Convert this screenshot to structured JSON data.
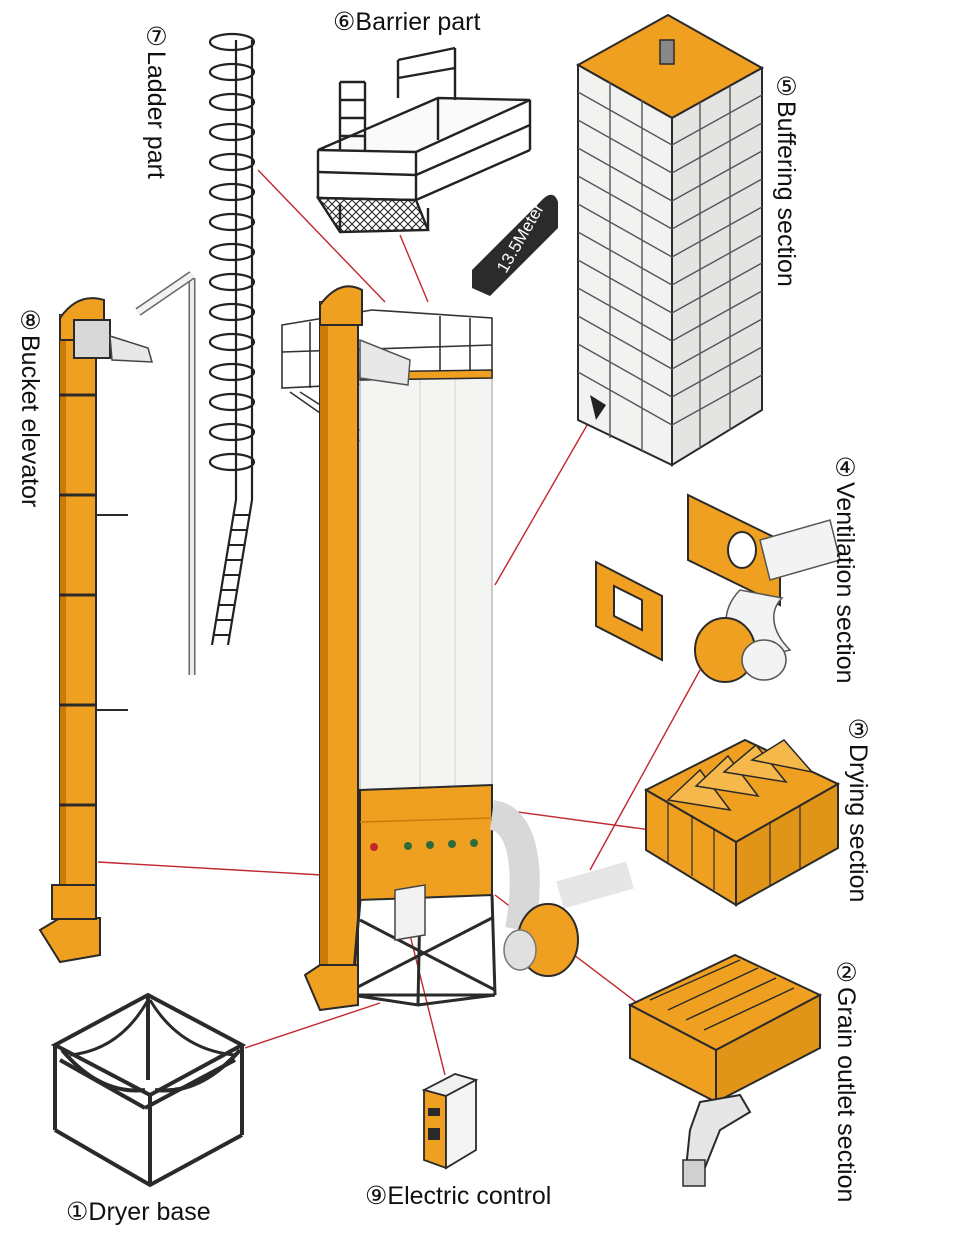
{
  "labels": {
    "dryer_base": "①Dryer base",
    "grain_outlet": "②Grain outlet section",
    "drying": "③Drying section",
    "ventilation": "④Ventilation section",
    "buffering": "⑤Buffering section",
    "barrier": "⑥Barrier part",
    "ladder": "⑦Ladder part",
    "bucket_elevator": "⑧Bucket elevator",
    "electric_control": "⑨Electric control"
  },
  "height_badge": "13.5Meter",
  "colors": {
    "orange": "#f0a020",
    "orange_dark": "#c97b0a",
    "steel": "#2a2a2a",
    "white_panel": "#f4f4f2",
    "leader": "#c0282e",
    "badge_bg": "#2b2b2b"
  }
}
